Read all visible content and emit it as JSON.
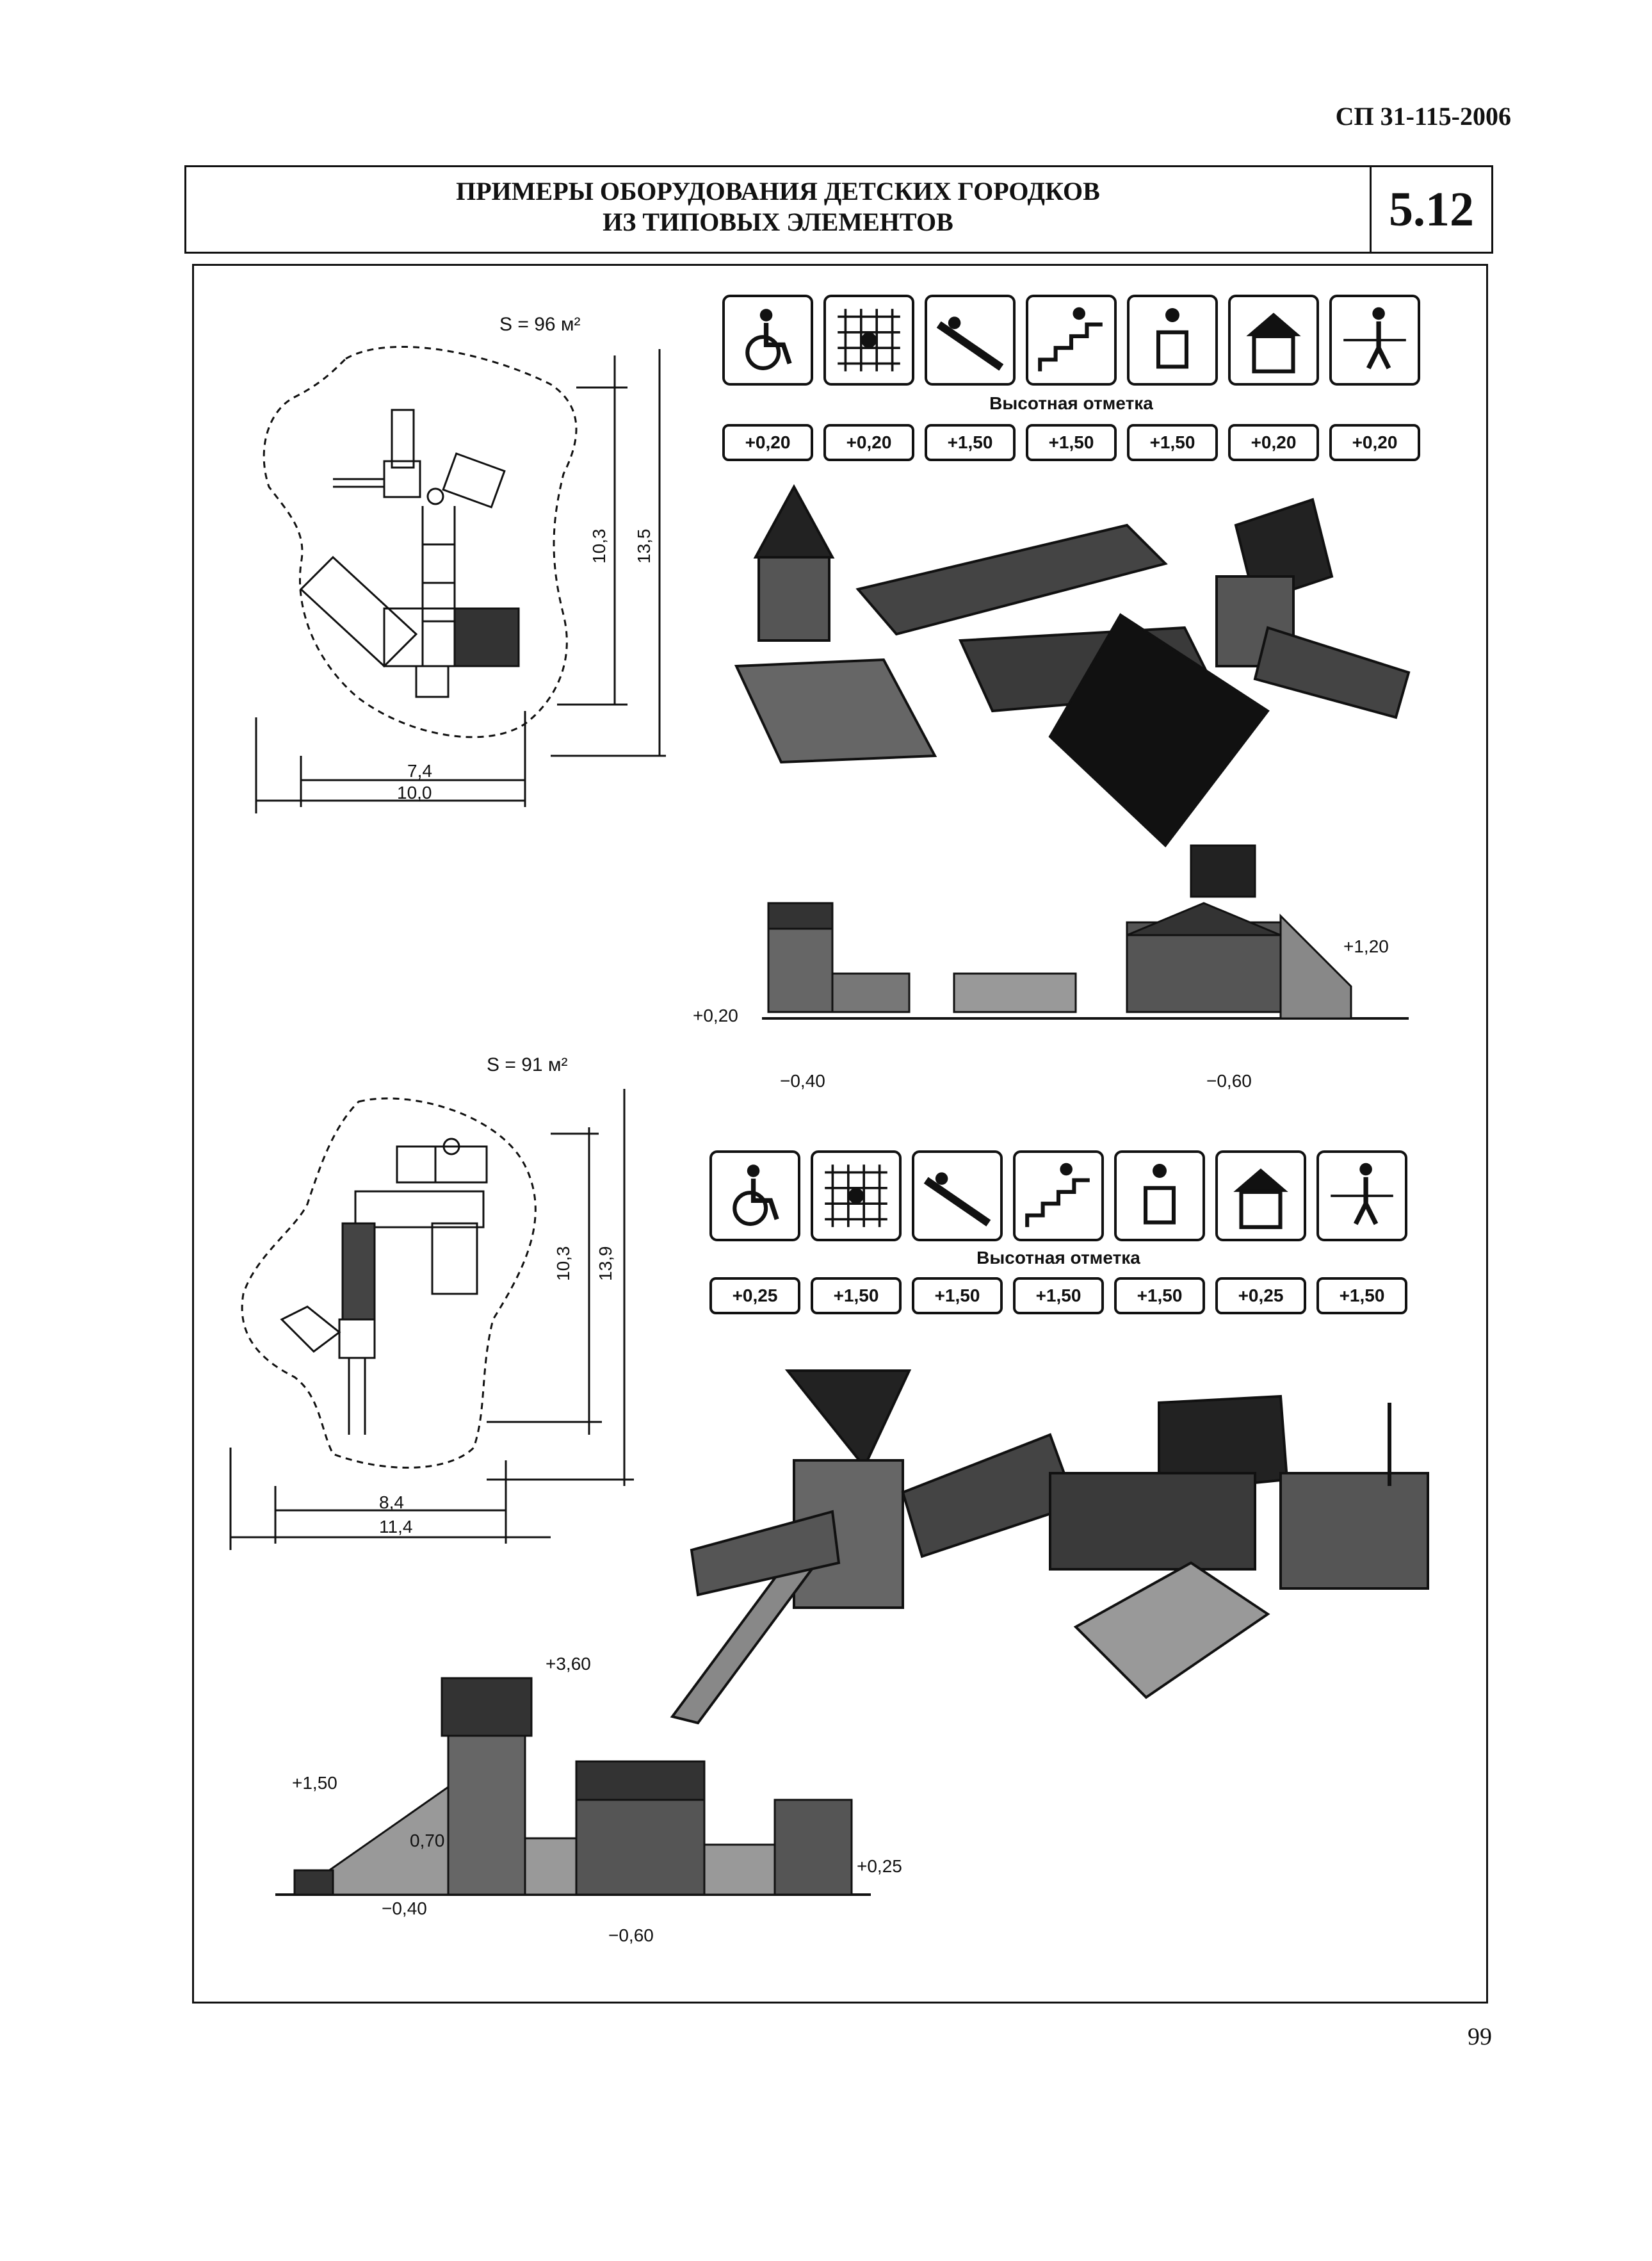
{
  "header": {
    "doc_code": "СП 31-115-2006"
  },
  "title": {
    "line1": "ПРИМЕРЫ ОБОРУДОВАНИЯ ДЕТСКИХ ГОРОДКОВ",
    "line2": "ИЗ ТИПОВЫХ ЭЛЕМЕНТОВ",
    "sheet_number": "5.12"
  },
  "example1": {
    "area_label": "S = 96 м²",
    "dim_inner_w": "7,4",
    "dim_outer_w": "10,0",
    "dim_inner_h": "10,3",
    "dim_outer_h": "13,5",
    "icons": [
      "wheelchair-icon",
      "climbing-net-icon",
      "slide-icon",
      "stairs-icon",
      "play-panel-icon",
      "playhouse-icon",
      "ramp-walk-icon"
    ],
    "elevation_title": "Высотная отметка",
    "elevations": [
      "+0,20",
      "+0,20",
      "+1,50",
      "+1,50",
      "+1,50",
      "+0,20",
      "+0,20"
    ],
    "section_marks": {
      "left": "+0,20",
      "right": "+1,20",
      "bottom_left": "−0,40",
      "bottom_right": "−0,60"
    }
  },
  "example2": {
    "area_label": "S = 91 м²",
    "dim_inner_w": "8,4",
    "dim_outer_w": "11,4",
    "dim_inner_h": "10,3",
    "dim_outer_h": "13,9",
    "icons": [
      "wheelchair-icon",
      "climbing-net-icon",
      "slide-icon",
      "stairs-icon",
      "play-panel-icon",
      "playhouse-icon",
      "ramp-walk-icon"
    ],
    "elevation_title": "Высотная отметка",
    "elevations": [
      "+0,25",
      "+1,50",
      "+1,50",
      "+1,50",
      "+1,50",
      "+0,25",
      "+1,50"
    ],
    "section_marks": {
      "top": "+3,60",
      "left": "+1,50",
      "mid": "0,70",
      "right": "+0,25",
      "bottom_left": "−0,40",
      "bottom_mid": "−0,60"
    }
  },
  "footer": {
    "page_number": "99"
  }
}
